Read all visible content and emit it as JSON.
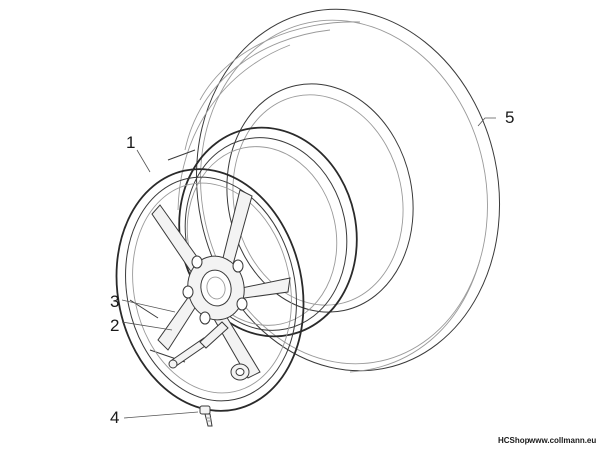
{
  "callouts": {
    "rim": "1",
    "valve": "2",
    "valve_part": "3",
    "screw": "4",
    "tyre": "5"
  },
  "credit": {
    "brand": "HCShop",
    "site": "www.collmann.eu"
  }
}
